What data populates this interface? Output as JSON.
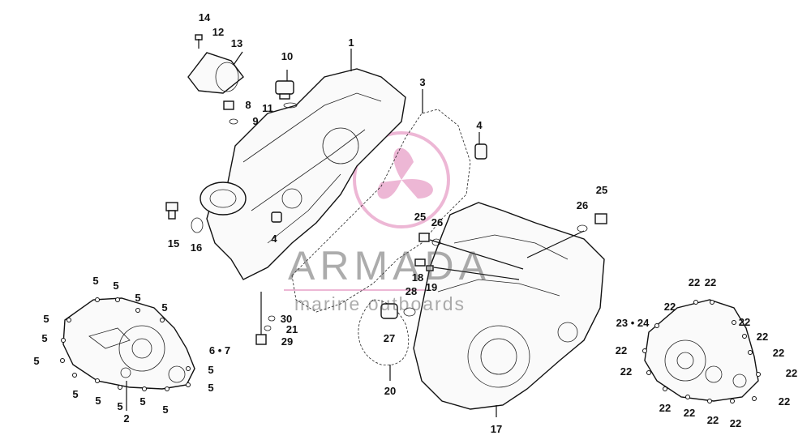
{
  "watermark": {
    "title": "ARMADA",
    "subtitle": "marine outboards",
    "accent": "#e8a0c8",
    "ring_color": "#999999"
  },
  "callouts": [
    {
      "id": "c-14",
      "label": "14"
    },
    {
      "id": "c-12",
      "label": "12"
    },
    {
      "id": "c-13",
      "label": "13"
    },
    {
      "id": "c-10",
      "label": "10"
    },
    {
      "id": "c-1",
      "label": "1"
    },
    {
      "id": "c-3",
      "label": "3"
    },
    {
      "id": "c-8",
      "label": "8"
    },
    {
      "id": "c-11",
      "label": "11"
    },
    {
      "id": "c-9",
      "label": "9"
    },
    {
      "id": "c-4a",
      "label": "4"
    },
    {
      "id": "c-4b",
      "label": "4"
    },
    {
      "id": "c-25a",
      "label": "25"
    },
    {
      "id": "c-26a",
      "label": "26"
    },
    {
      "id": "c-25b",
      "label": "25"
    },
    {
      "id": "c-26b",
      "label": "26"
    },
    {
      "id": "c-15",
      "label": "15"
    },
    {
      "id": "c-16",
      "label": "16"
    },
    {
      "id": "c-18",
      "label": "18"
    },
    {
      "id": "c-19",
      "label": "19"
    },
    {
      "id": "c-28",
      "label": "28"
    },
    {
      "id": "c-27",
      "label": "27"
    },
    {
      "id": "c-30",
      "label": "30"
    },
    {
      "id": "c-21",
      "label": "21"
    },
    {
      "id": "c-29",
      "label": "29"
    },
    {
      "id": "c-20",
      "label": "20"
    },
    {
      "id": "c-17",
      "label": "17"
    },
    {
      "id": "c-2",
      "label": "2"
    },
    {
      "id": "c-6-7",
      "label": "6 • 7"
    },
    {
      "id": "c-23-24",
      "label": "23 • 24"
    }
  ],
  "left_cover_labels": [
    "5",
    "5",
    "5",
    "5",
    "5",
    "5",
    "5",
    "5",
    "5",
    "5",
    "5",
    "5",
    "5",
    "5"
  ],
  "right_cover_labels": [
    "22",
    "22",
    "22",
    "22",
    "22",
    "22",
    "22",
    "22",
    "22",
    "22",
    "22",
    "22",
    "22",
    "22"
  ]
}
